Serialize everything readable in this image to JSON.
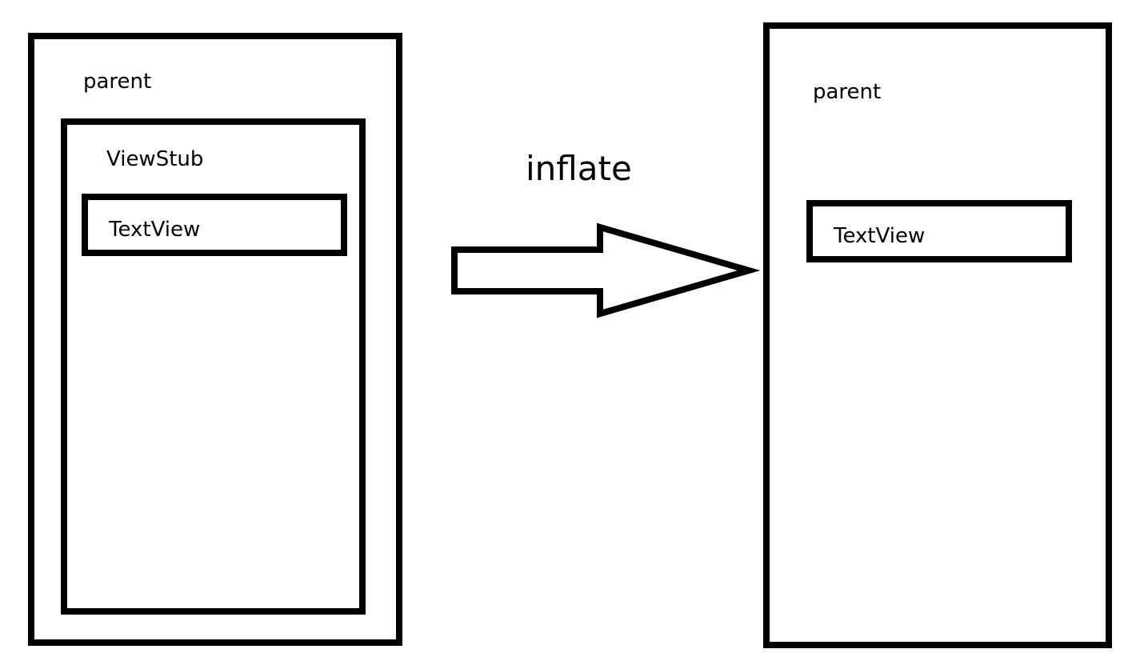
{
  "before": {
    "parent_label": "parent",
    "viewstub_label": "ViewStub",
    "textview_label": "TextView"
  },
  "transition": {
    "label": "inflate",
    "icon": "right-arrow-icon"
  },
  "after": {
    "parent_label": "parent",
    "textview_label": "TextView"
  },
  "colors": {
    "stroke": "#000000",
    "background": "#ffffff"
  }
}
